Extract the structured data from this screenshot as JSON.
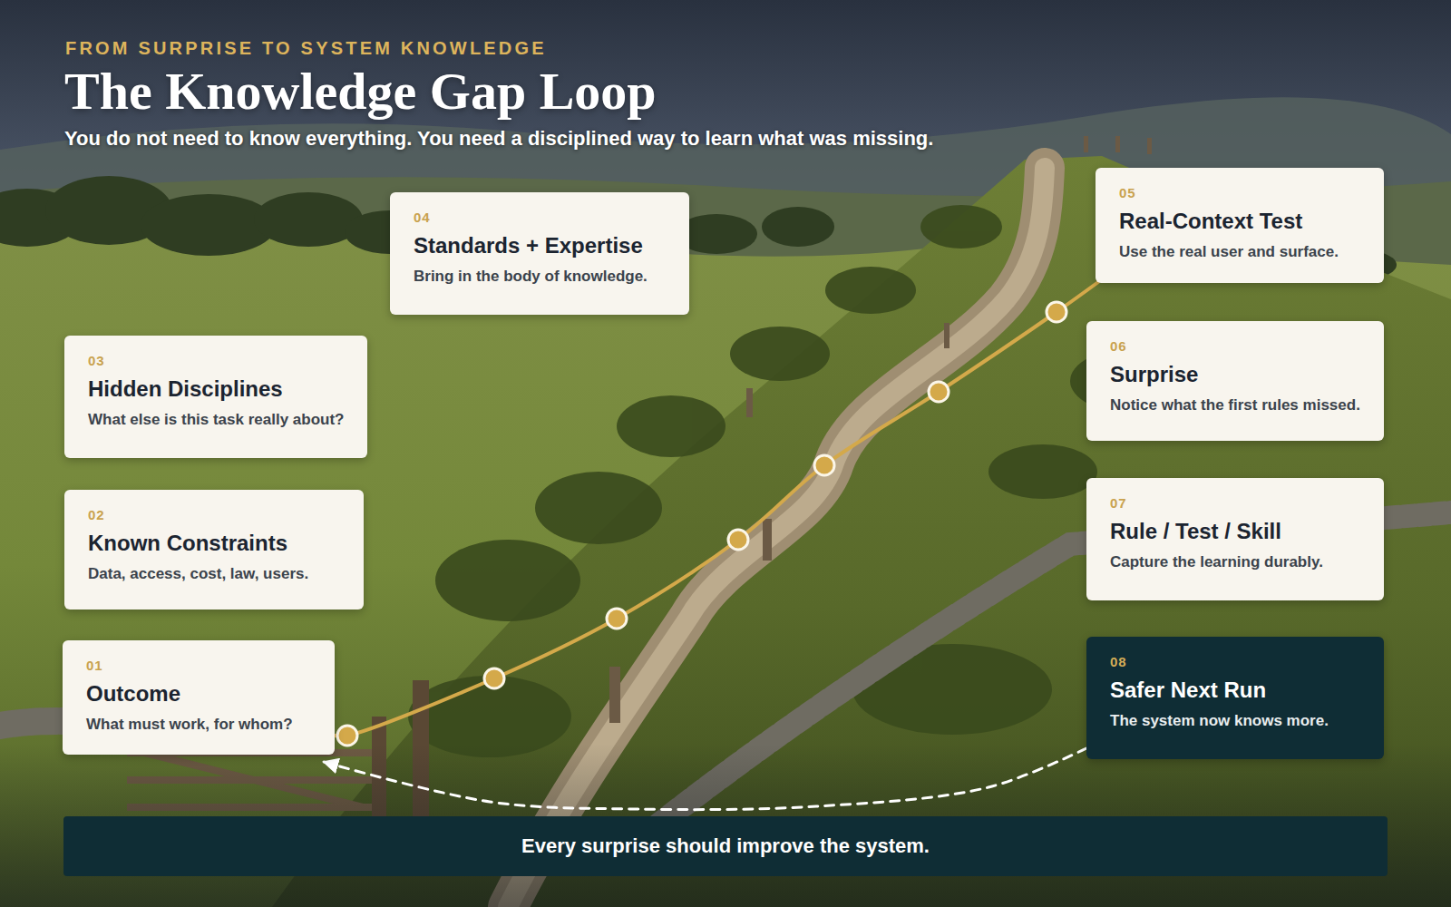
{
  "diagram": {
    "title": "The Knowledge Gap Loop",
    "caption": "You do not need to know everything. You need a disciplined way to learn what was missing.",
    "nodes": [
      {
        "text": [
          "01",
          "Outcome",
          "What must work, for whom?"
        ]
      },
      {
        "text": [
          "02",
          "Known Constraints",
          "Data, access, cost, law, users."
        ]
      },
      {
        "text": [
          "03",
          "Hidden Disciplines",
          "What else is this task really about?"
        ]
      },
      {
        "text": [
          "04",
          "Standards + Expertise",
          "Bring in the body of knowledge."
        ]
      },
      {
        "text": [
          "05",
          "Real-Context Test",
          "Use the real user and surface."
        ]
      },
      {
        "text": [
          "06",
          "Surprise",
          "Notice what the first rules missed."
        ]
      },
      {
        "text": [
          "07",
          "Rule / Test / Skill",
          "Capture the learning durably."
        ]
      },
      {
        "text": [
          "08",
          "Safer Next Run",
          "The system now knows more."
        ]
      },
      {
        "text": [
          "Every surprise should improve the system."
        ]
      }
    ],
    "edges": [
      {
        "from": 0,
        "to": 4,
        "arrow": "none"
      },
      {
        "from": 7,
        "to": 0,
        "arrow": "to"
      }
    ],
    "labels": [
      "FROM SURPRISE TO SYSTEM KNOWLEDGE"
    ]
  }
}
